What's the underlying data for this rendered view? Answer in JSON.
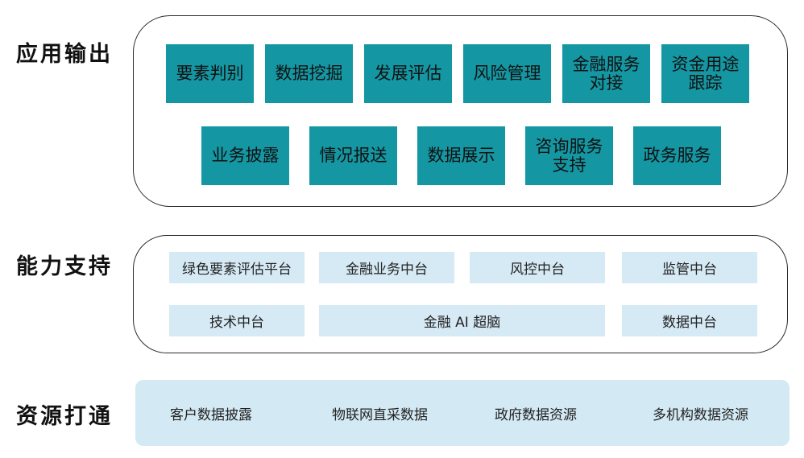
{
  "sections": {
    "application_label": "应用输出",
    "capability_label": "能力支持",
    "resource_label": "资源打通"
  },
  "application": {
    "row1": [
      "要素判别",
      "数据挖掘",
      "发展评估",
      "风险管理",
      "金融服务\n对接",
      "资金用途\n跟踪"
    ],
    "row2": [
      "业务披露",
      "情况报送",
      "数据展示",
      "咨询服务\n支持",
      "政务服务"
    ]
  },
  "capability": {
    "row1": [
      "绿色要素评估平台",
      "金融业务中台",
      "风控中台",
      "监管中台"
    ],
    "row2": [
      "技术中台",
      "金融 AI 超脑",
      "数据中台"
    ]
  },
  "resources": [
    "客户数据披露",
    "物联网直采数据",
    "政府数据资源",
    "多机构数据资源"
  ],
  "colors": {
    "teal_box": "#1497a3",
    "capability_box": "#d6eaf5",
    "resource_panel": "#d3e9f3",
    "panel_border": "#2a2a2a"
  }
}
